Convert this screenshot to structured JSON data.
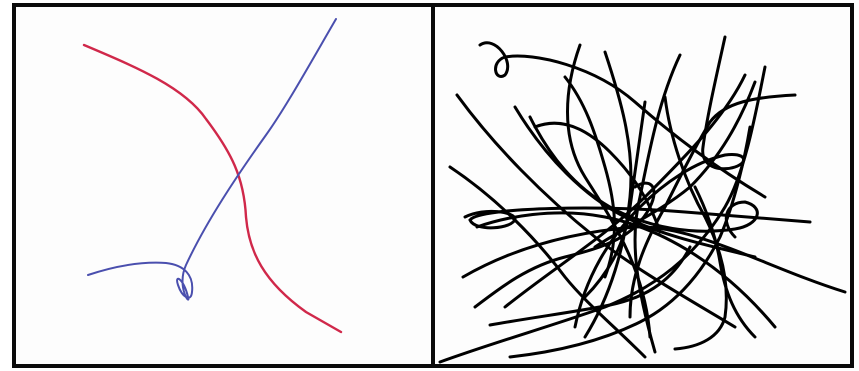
{
  "figure": {
    "panels": [
      {
        "id": "left",
        "curves": [
          {
            "color": "#d0284a"
          },
          {
            "color": "#4a4fae"
          }
        ]
      },
      {
        "id": "right",
        "stroke_color": "#000000",
        "curve_count": 24
      }
    ]
  }
}
